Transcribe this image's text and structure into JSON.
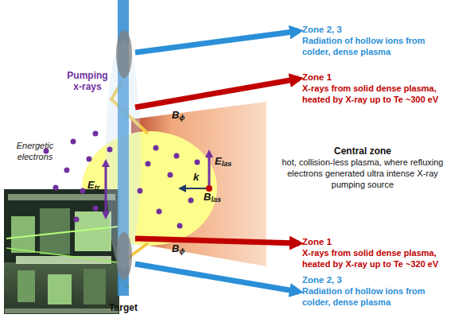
{
  "diagram": {
    "nodes": [
      {
        "text": [
          "Zone 2, 3",
          "Radiation of hollow ions from colder, dense plasma"
        ]
      },
      {
        "text": [
          "Zone 1",
          "X-rays from solid dense plasma, heated by X-ray up to Te ~300 eV"
        ]
      },
      {
        "text": [
          "Central zone",
          "hot, collision-less plasma, where refluxing electrons generated ultra intense X-ray pumping source"
        ]
      },
      {
        "text": [
          "Zone 1",
          "X-rays from solid dense plasma, heated by X-ray up to Te ~320 eV"
        ]
      },
      {
        "text": [
          "Zone 2, 3",
          "Radiation of hollow ions from colder, dense plasma"
        ]
      },
      {
        "text": [
          "Target"
        ]
      }
    ],
    "edges": [
      {
        "from": 5,
        "to": 0,
        "arrow": "to"
      },
      {
        "from": 5,
        "to": 1,
        "arrow": "to"
      },
      {
        "from": 5,
        "to": 3,
        "arrow": "to"
      },
      {
        "from": 5,
        "to": 4,
        "arrow": "to"
      }
    ],
    "labels": [
      "Pumping x-rays",
      "Energetic electrons",
      "Etr",
      "Elas",
      "k",
      "Blas",
      "Bϕ",
      "Bϕ"
    ]
  }
}
